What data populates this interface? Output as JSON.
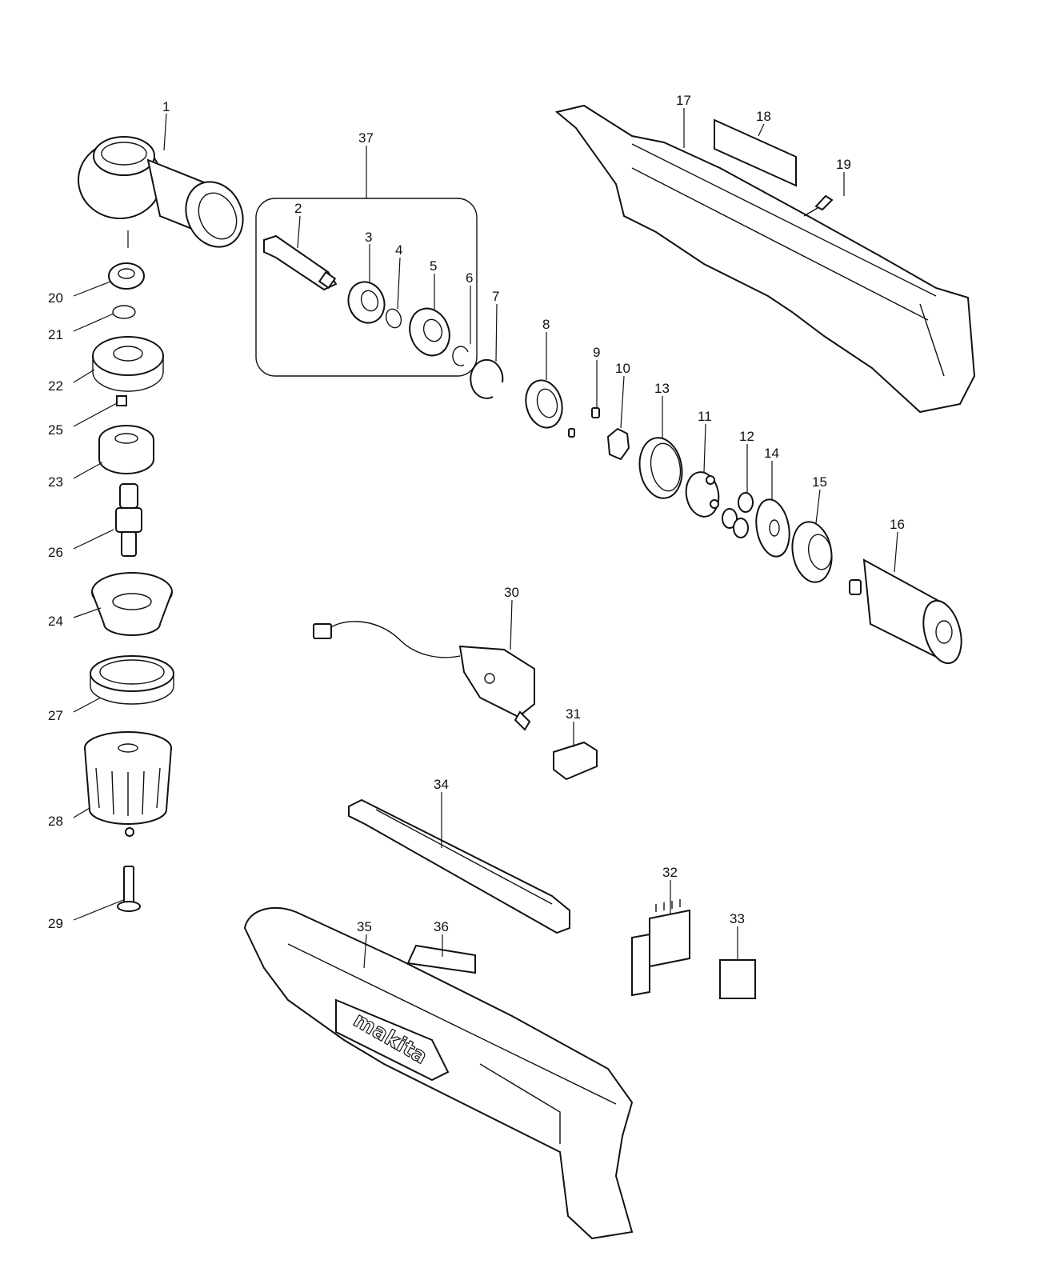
{
  "diagram": {
    "labels": {
      "p1": "1",
      "p2": "2",
      "p3": "3",
      "p4": "4",
      "p5": "5",
      "p6": "6",
      "p7": "7",
      "p8": "8",
      "p9": "9",
      "p10": "10",
      "p11": "11",
      "p12": "12",
      "p13": "13",
      "p14": "14",
      "p15": "15",
      "p16": "16",
      "p17": "17",
      "p18": "18",
      "p19": "19",
      "p20": "20",
      "p21": "21",
      "p22": "22",
      "p23": "23",
      "p24": "24",
      "p25": "25",
      "p26": "26",
      "p27": "27",
      "p28": "28",
      "p29": "29",
      "p30": "30",
      "p31": "31",
      "p32": "32",
      "p33": "33",
      "p34": "34",
      "p35": "35",
      "p36": "36",
      "p37": "37"
    },
    "logo_text": "makita",
    "colors": {
      "line": "#111111",
      "background": "#ffffff"
    }
  }
}
